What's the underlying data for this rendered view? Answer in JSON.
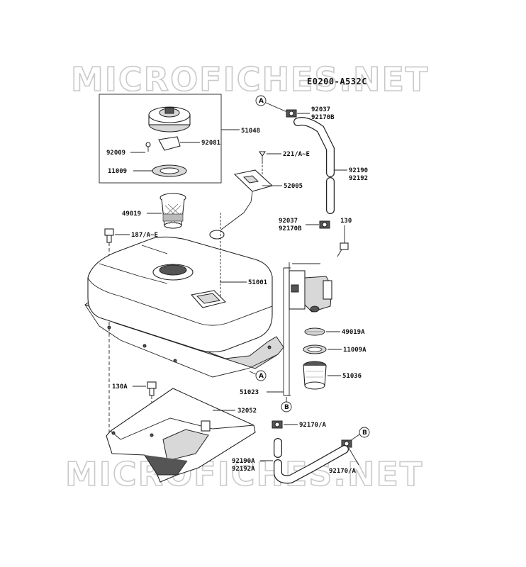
{
  "diagram_code": "E0200-A532C",
  "watermark": "MICROFICHES.NET",
  "callouts": {
    "a": "A",
    "b": "B"
  },
  "labels": {
    "p51048": "51048",
    "p92081": "92081",
    "p92009": "92009",
    "p11009": "11009",
    "p49019": "49019",
    "p187": "187/A~E",
    "p221": "221/A~E",
    "p52005": "52005",
    "p92037a": "92037",
    "p92170b_a": "92170B",
    "p92190": "92190",
    "p92192": "92192",
    "p92037b": "92037",
    "p92170b_b": "92170B",
    "p130": "130",
    "p51001": "51001",
    "p49019a": "49019A",
    "p11009a": "11009A",
    "p51036": "51036",
    "p51023": "51023",
    "p130a": "130A",
    "p32052": "32052",
    "p92170a_1": "92170/A",
    "p92190a": "92190A",
    "p92192a": "92192A",
    "p92170a_2": "92170/A"
  }
}
